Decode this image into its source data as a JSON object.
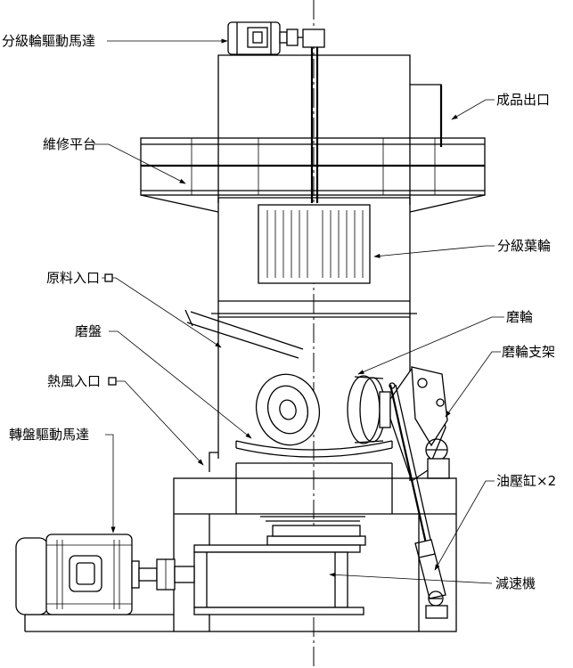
{
  "labels": {
    "classifier_motor": "分級輪驅動馬達",
    "product_outlet": "成品出口",
    "maintenance_platform": "維修平台",
    "classifier_wheel": "分級葉輪",
    "raw_material_inlet": "原料入口",
    "grinding_roller": "磨輪",
    "grinding_table": "磨盤",
    "roller_bracket": "磨輪支架",
    "hot_air_inlet": "熱風入口",
    "table_motor": "轉盤驅動馬達",
    "hydraulic_cylinder": "油壓缸×2",
    "reducer": "減速機"
  }
}
